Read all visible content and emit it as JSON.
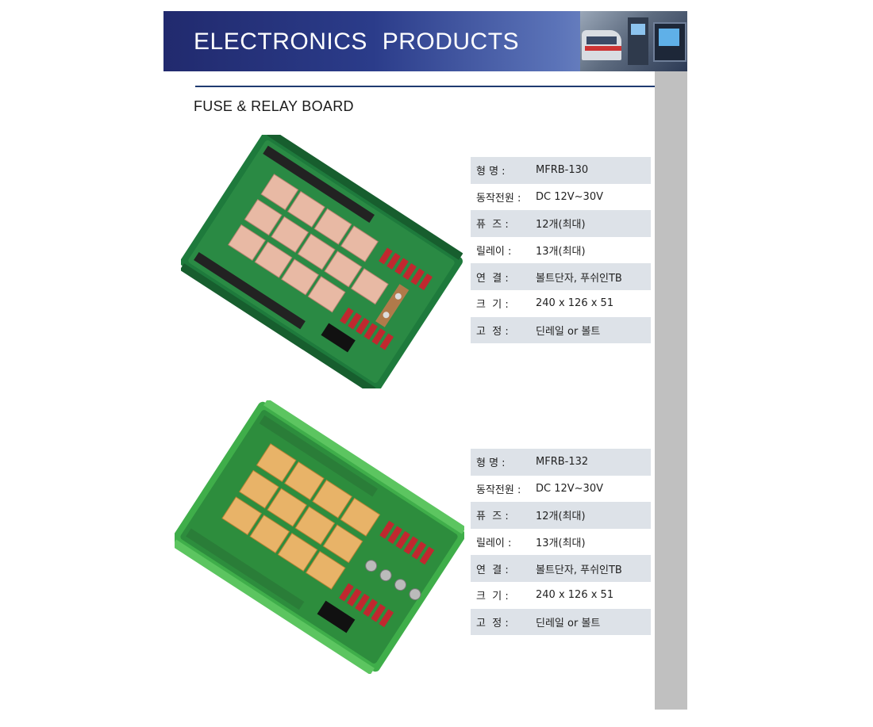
{
  "header": {
    "title": "ELECTRONICS  PRODUCTS"
  },
  "section": {
    "title": "FUSE & RELAY BOARD"
  },
  "products": [
    {
      "specs": [
        {
          "label": "형 명 :",
          "value": "MFRB-130"
        },
        {
          "label": "동작전원 :",
          "value": "DC 12V~30V"
        },
        {
          "label": "퓨  즈 :",
          "value": "12개(최대)"
        },
        {
          "label": "릴레이 :",
          "value": "13개(최대)"
        },
        {
          "label": "연  결 :",
          "value": "볼트단자, 푸쉬인TB"
        },
        {
          "label": "크  기 :",
          "value": "240 x 126 x 51"
        },
        {
          "label": "고  정 :",
          "value": "딘레일 or 볼트"
        }
      ]
    },
    {
      "specs": [
        {
          "label": "형 명 :",
          "value": "MFRB-132"
        },
        {
          "label": "동작전원 :",
          "value": "DC 12V~30V"
        },
        {
          "label": "퓨  즈 :",
          "value": "12개(최대)"
        },
        {
          "label": "릴레이 :",
          "value": "13개(최대)"
        },
        {
          "label": "연  결 :",
          "value": "볼트단자, 푸쉬인TB"
        },
        {
          "label": "크  기 :",
          "value": "240 x 126 x 51"
        },
        {
          "label": "고  정 :",
          "value": "딘레일 or 볼트"
        }
      ]
    }
  ],
  "colors": {
    "header_dark": "#212a6e",
    "rule": "#1f3a70",
    "table_stripe": "#dde2e8",
    "side_bar": "#c0c0c0",
    "board_green_dark": "#1e7a3c",
    "board_green_light": "#3fae4a",
    "relay_pink": "#e8b9a4",
    "relay_orange": "#e8b368",
    "fuse_red": "#c0282f"
  }
}
